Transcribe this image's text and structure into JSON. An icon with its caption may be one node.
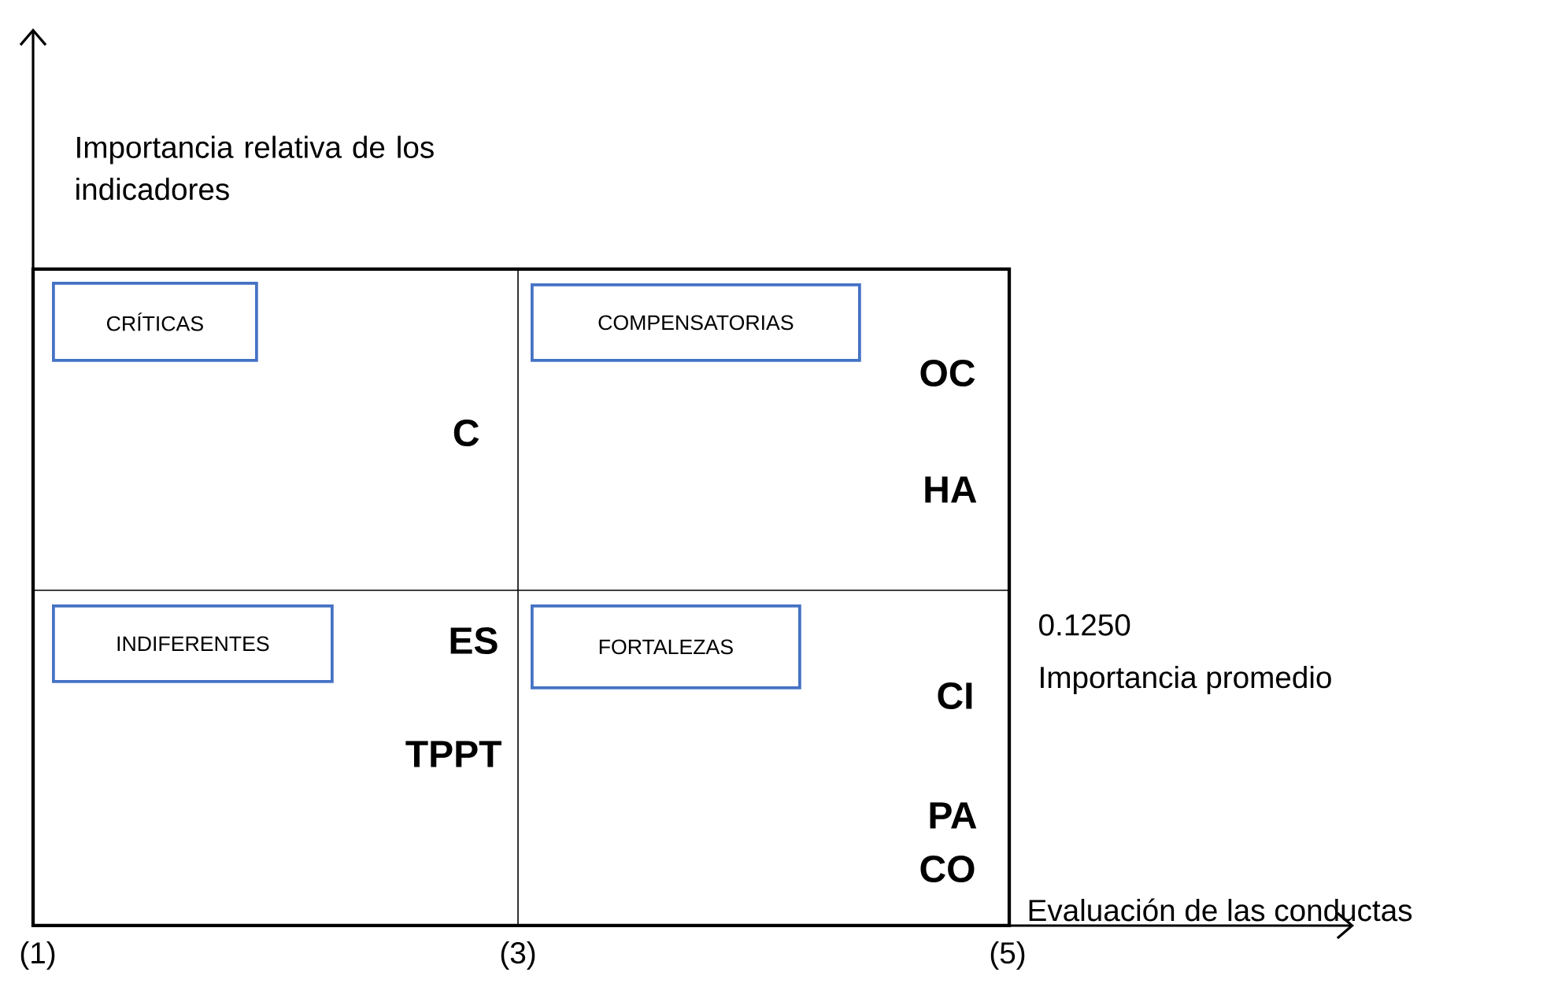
{
  "diagram": {
    "nodes": [
      {
        "text": [
          "CRÍTICAS"
        ]
      },
      {
        "text": [
          "COMPENSATORIAS"
        ]
      },
      {
        "text": [
          "INDIFERENTES"
        ]
      },
      {
        "text": [
          "FORTALEZAS"
        ]
      }
    ],
    "labels": [
      "Importancia relativa de los indicadores",
      "C",
      "OC",
      "HA",
      "0.1250",
      "Importancia promedio",
      "ES",
      "TPPT",
      "CI",
      "PA",
      "CO",
      "Evaluación de las conductas",
      "(1)",
      "(3)",
      "(5)"
    ]
  }
}
